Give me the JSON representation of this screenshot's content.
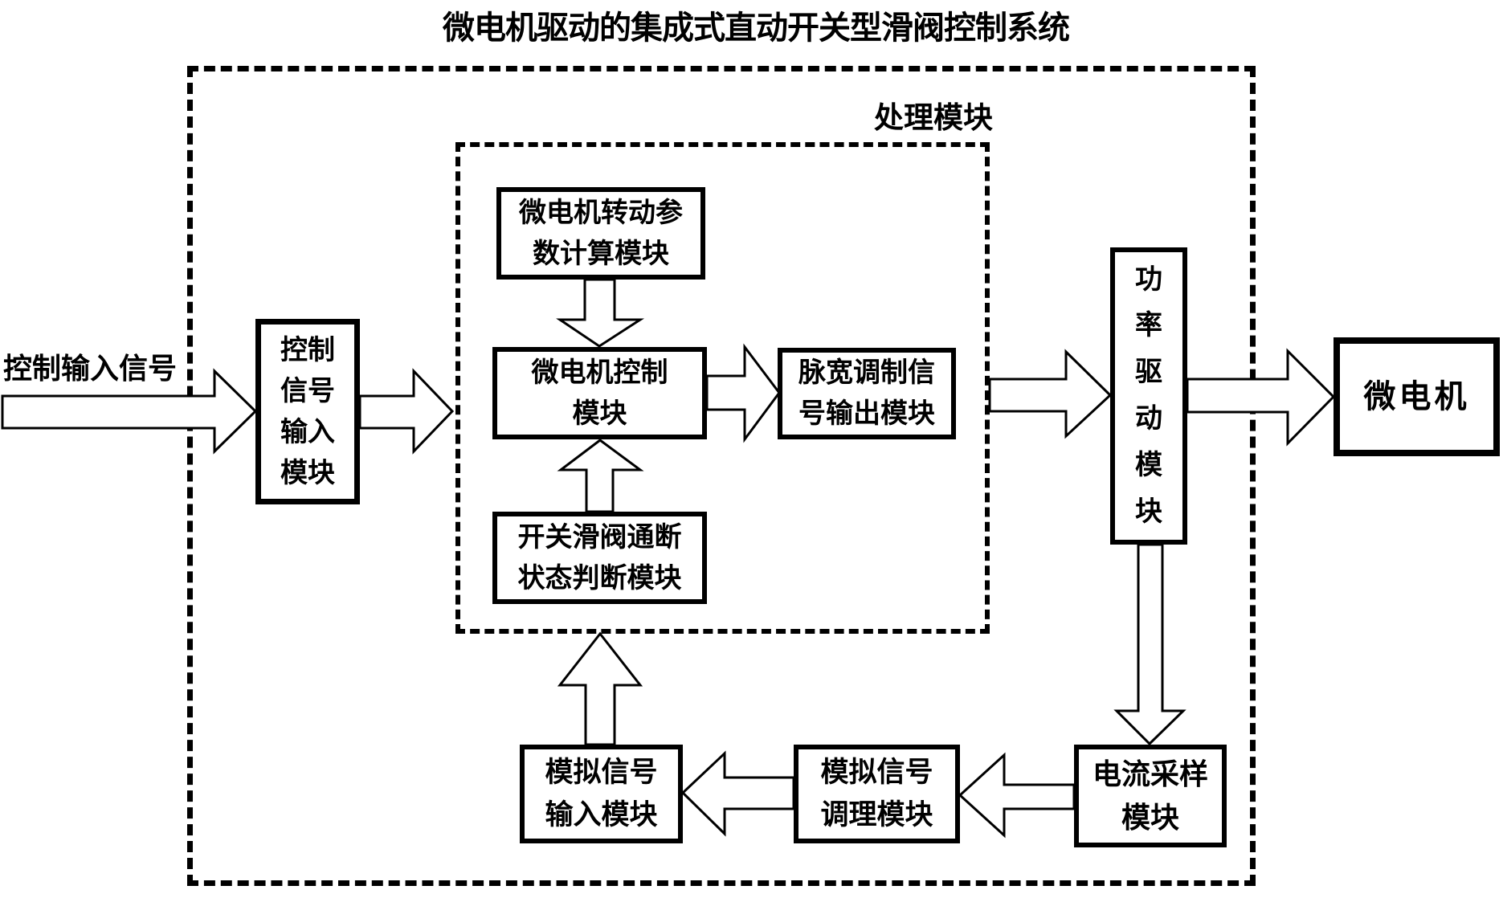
{
  "title": "微电机驱动的集成式直动开关型滑阀控制系统",
  "labels": {
    "processing_module": "处理模块",
    "control_input_signal": "控制输入信号"
  },
  "blocks": {
    "control_signal_input": {
      "label": "控制\n信号\n输入\n模块"
    },
    "motor_rotation_param": {
      "label": "微电机转动参\n数计算模块"
    },
    "motor_control": {
      "label": "微电机控制\n模块"
    },
    "pwm_output": {
      "label": "脉宽调制信\n号输出模块"
    },
    "valve_state_judge": {
      "label": "开关滑阀通断\n状态判断模块"
    },
    "power_drive": {
      "label": "功\n率\n驱\n动\n模\n块"
    },
    "micro_motor": {
      "label": "微电机"
    },
    "current_sampling": {
      "label": "电流采样\n模块"
    },
    "analog_conditioning": {
      "label": "模拟信号\n调理模块"
    },
    "analog_input": {
      "label": "模拟信号\n输入模块"
    }
  },
  "flows": [
    {
      "from": "控制输入信号",
      "to": "控制信号输入模块"
    },
    {
      "from": "控制信号输入模块",
      "to": "处理模块"
    },
    {
      "from": "微电机转动参数计算模块",
      "to": "微电机控制模块"
    },
    {
      "from": "开关滑阀通断状态判断模块",
      "to": "微电机控制模块"
    },
    {
      "from": "微电机控制模块",
      "to": "脉宽调制信号输出模块"
    },
    {
      "from": "处理模块",
      "to": "功率驱动模块"
    },
    {
      "from": "功率驱动模块",
      "to": "微电机"
    },
    {
      "from": "功率驱动模块",
      "to": "电流采样模块"
    },
    {
      "from": "电流采样模块",
      "to": "模拟信号调理模块"
    },
    {
      "from": "模拟信号调理模块",
      "to": "模拟信号输入模块"
    },
    {
      "from": "模拟信号输入模块",
      "to": "处理模块"
    }
  ],
  "colors": {
    "line": "#000000",
    "background": "#ffffff"
  }
}
